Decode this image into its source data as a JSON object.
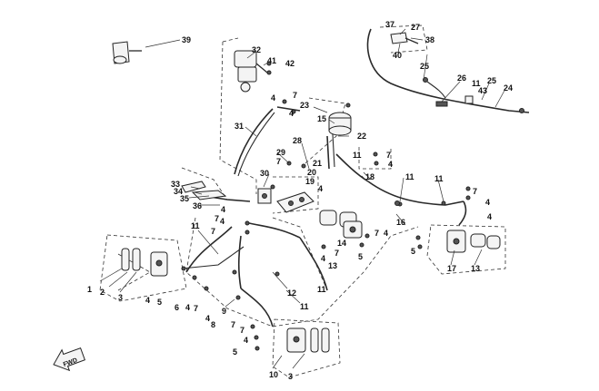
{
  "callouts": {
    "n1": "1",
    "n2": "2",
    "n3a": "3",
    "n3b": "3",
    "n4a": "4",
    "n4b": "4",
    "n4c": "4",
    "n4d": "4",
    "n4e": "4",
    "n4f": "4",
    "n4g": "4",
    "n4h": "4",
    "n4i": "4",
    "n4j": "4",
    "n4k": "4",
    "n4l": "4",
    "n4m": "4",
    "n4n": "4",
    "n5a": "5",
    "n5b": "5",
    "n5c": "5",
    "n5d": "5",
    "n6": "6",
    "n7a": "7",
    "n7b": "7",
    "n7c": "7",
    "n7d": "7",
    "n7e": "7",
    "n7f": "7",
    "n7g": "7",
    "n7h": "7",
    "n7i": "7",
    "n8": "8",
    "n9": "9",
    "n10": "10",
    "n11a": "11",
    "n11b": "11",
    "n11c": "11",
    "n11d": "11",
    "n11e": "11",
    "n11f": "11",
    "n11g": "11",
    "n12": "12",
    "n13a": "13",
    "n13b": "13",
    "n14": "14",
    "n15": "15",
    "n16": "16",
    "n17": "17",
    "n18": "18",
    "n19": "19",
    "n20": "20",
    "n21": "21",
    "n22": "22",
    "n23": "23",
    "n24": "24",
    "n25a": "25",
    "n25b": "25",
    "n26": "26",
    "n27": "27",
    "n28": "28",
    "n29": "29",
    "n30": "30",
    "n31": "31",
    "n32": "32",
    "n33": "33",
    "n34": "34",
    "n35": "35",
    "n36": "36",
    "n37": "37",
    "n38": "38",
    "n39": "39",
    "n40": "40",
    "n41": "41",
    "n42": "42",
    "n43": "43"
  },
  "direction_arrow": {
    "label": "FWD"
  },
  "colors": {
    "line": "#2a2a2a",
    "background": "#ffffff"
  }
}
